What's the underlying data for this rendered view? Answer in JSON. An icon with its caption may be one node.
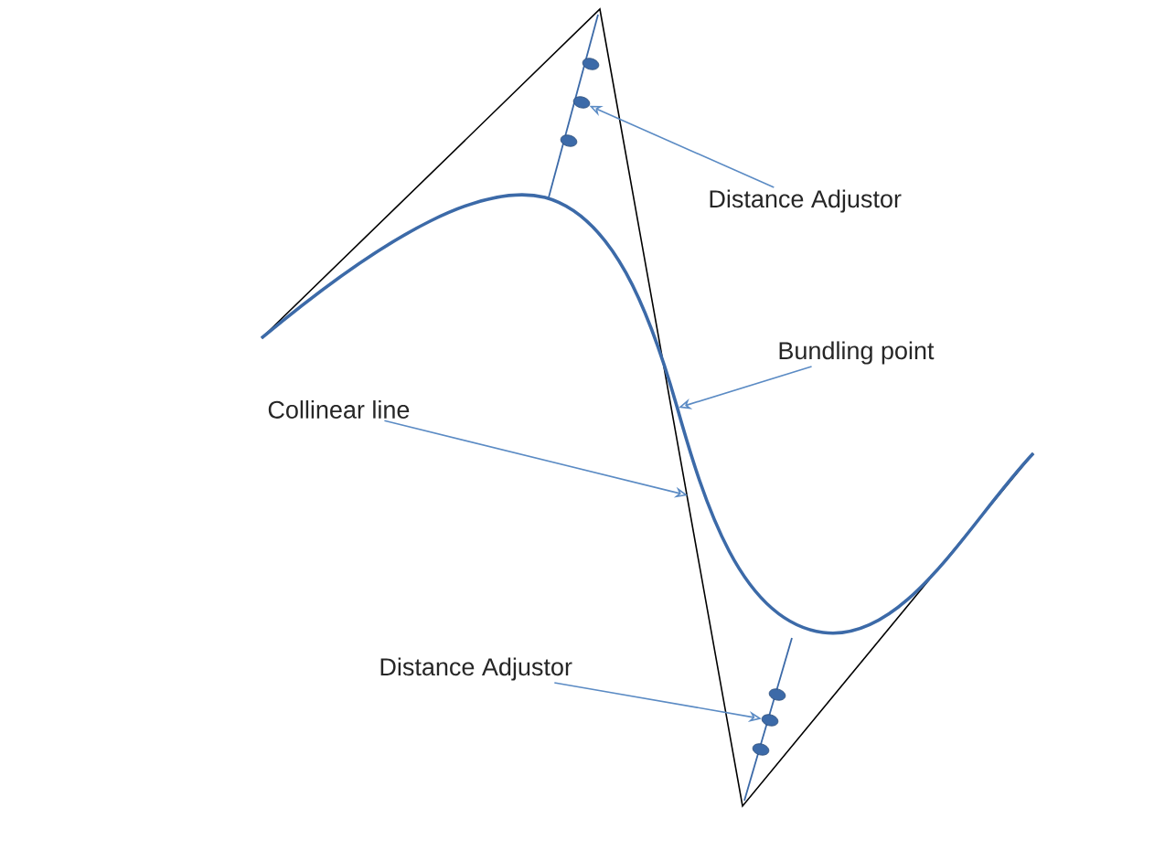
{
  "diagram": {
    "nodes": [
      {
        "text": [
          "Distance Adjustor"
        ]
      },
      {
        "text": [
          "Bundling point"
        ]
      },
      {
        "text": [
          "Collinear line"
        ]
      },
      {
        "text": [
          "Distance Adjustor"
        ]
      },
      {
        "text": [],
        "shape": "circle"
      },
      {
        "text": [],
        "shape": "circle"
      },
      {
        "text": [],
        "shape": "circle"
      },
      {
        "text": [],
        "shape": "circle"
      },
      {
        "text": [],
        "shape": "circle"
      },
      {
        "text": [],
        "shape": "circle"
      }
    ],
    "edges": [
      {
        "from": 0,
        "to": 5,
        "arrow": "to"
      },
      {
        "from": 1,
        "to": null,
        "arrow": "to"
      },
      {
        "from": 2,
        "to": null,
        "arrow": "to"
      },
      {
        "from": 3,
        "to": 8,
        "arrow": "to"
      }
    ]
  }
}
